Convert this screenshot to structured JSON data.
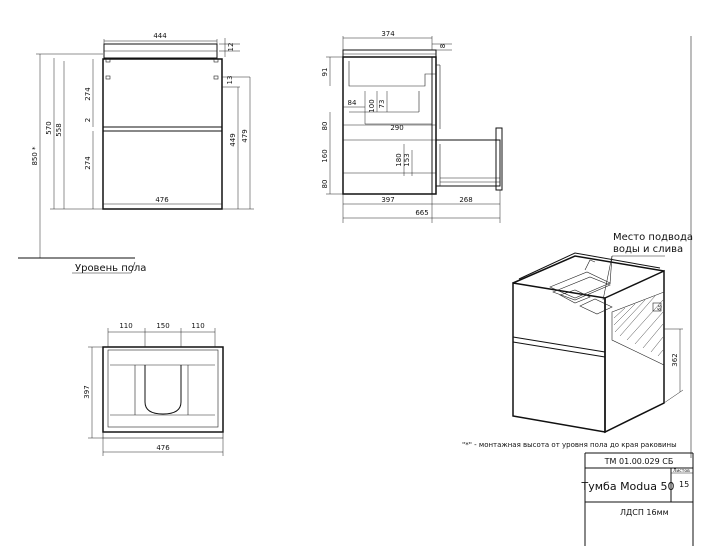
{
  "front_view": {
    "width_top": "444",
    "top_thickness": "12",
    "height_total": "850 *",
    "height_570": "570",
    "height_558": "558",
    "drawer_top": "274",
    "gap": "2",
    "drawer_bottom": "274",
    "handle_right_upper": "13",
    "height_449": "449",
    "height_479": "479",
    "width_bottom": "476",
    "floor_label": "Уровень пола"
  },
  "side_view": {
    "depth_top": "374",
    "top_8": "8",
    "h91": "91",
    "d84": "84",
    "h100": "100",
    "h73": "73",
    "h80_upper": "80",
    "w290": "290",
    "h160": "160",
    "h180": "180",
    "h153": "153",
    "h80_lower": "80",
    "d397": "397",
    "d268": "268",
    "d665": "665"
  },
  "plan_view": {
    "w110_left": "110",
    "w150": "150",
    "w110_right": "110",
    "d397": "397",
    "w476": "476"
  },
  "isometric": {
    "callout_line1": "Место подвода",
    "callout_line2": "воды и слива",
    "h362": "362",
    "d65": "65"
  },
  "footnote": "\"*\" - монтажная высота от уровня пола до края раковины",
  "title_block": {
    "code": "ТМ 01.00.029 СБ",
    "name": "Тумба Modua 50",
    "sheet_label": "Лист",
    "sheet_label2": "Листов",
    "sheet_value": "15",
    "material": "ЛДСП 16мм"
  }
}
